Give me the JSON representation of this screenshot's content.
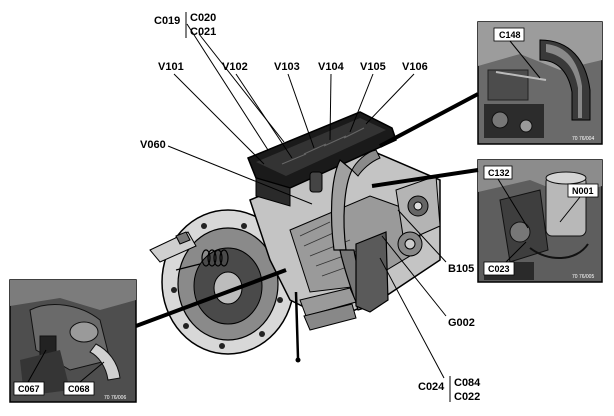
{
  "callouts": {
    "c019": "C019",
    "c020": "C020",
    "c021": "C021",
    "v101": "V101",
    "v102": "V102",
    "v103": "V103",
    "v104": "V104",
    "v105": "V105",
    "v106": "V106",
    "v060": "V060",
    "b105": "B105",
    "g002": "G002",
    "c024": "C024",
    "c084": "C084",
    "c022": "C022"
  },
  "insets": {
    "top_right": {
      "label": "C148",
      "tag": "70 76/004"
    },
    "middle_right": {
      "labels": [
        "C132",
        "N001",
        "C023"
      ],
      "tag": "70 76/005"
    },
    "bottom_left": {
      "labels": [
        "C067",
        "C068"
      ],
      "tag": "70 76/006"
    }
  }
}
